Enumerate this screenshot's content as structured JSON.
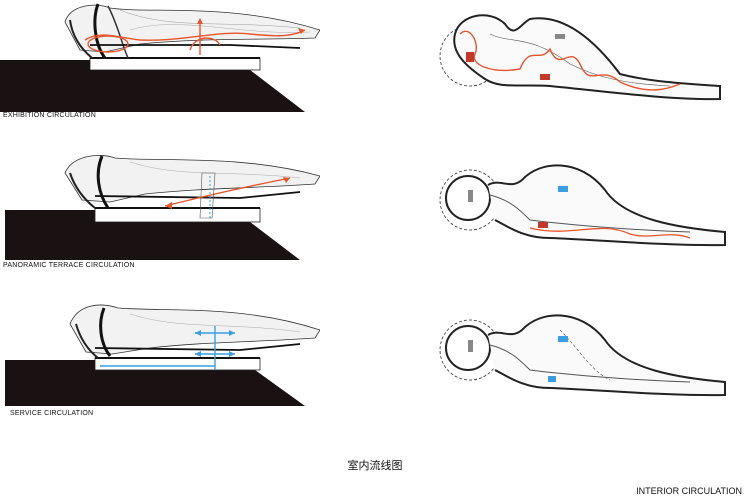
{
  "sections": [
    {
      "label": "EXHIBITION CIRCULATION",
      "flow_color": "#e8542c"
    },
    {
      "label": "PANORAMIC TERRACE CIRCULATION",
      "flow_color": "#e8542c"
    },
    {
      "label": "SERVICE CIRCULATION",
      "flow_color": "#3a9ee0"
    }
  ],
  "title_cn": "室内流线图",
  "title_en": "INTERIOR CIRCULATION"
}
